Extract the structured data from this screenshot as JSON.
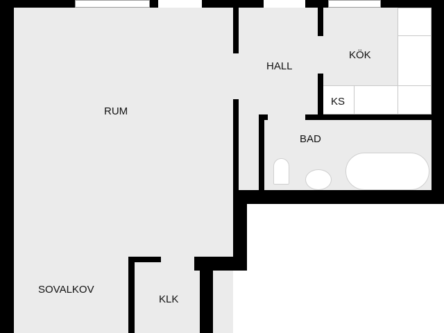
{
  "plan": {
    "rooms": [
      {
        "id": "rum",
        "label": "RUM"
      },
      {
        "id": "hall",
        "label": "HALL"
      },
      {
        "id": "kok",
        "label": "KÖK"
      },
      {
        "id": "ks",
        "label": "KS"
      },
      {
        "id": "bad",
        "label": "BAD"
      },
      {
        "id": "sovalkov",
        "label": "SOVALKOV"
      },
      {
        "id": "klk",
        "label": "KLK"
      }
    ],
    "colors": {
      "floor": "#ebebeb",
      "wall": "#000000",
      "background": "#ffffff"
    }
  }
}
